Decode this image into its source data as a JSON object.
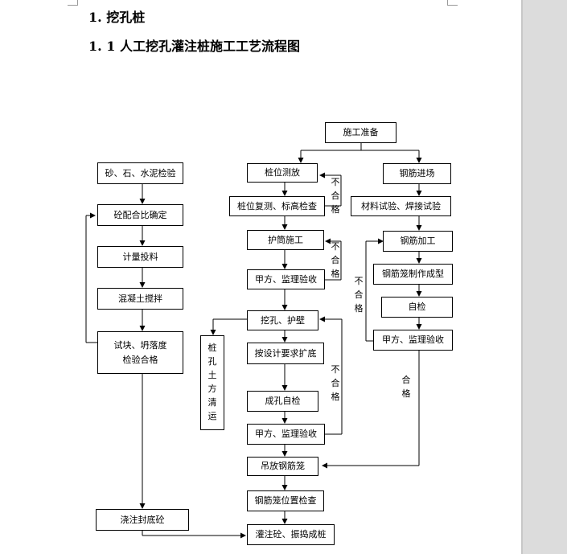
{
  "headings": {
    "h1": "1. 挖孔桩",
    "h2": "1. 1 人工挖孔灌注桩施工工艺流程图"
  },
  "nodes": {
    "start": "施工准备",
    "sand": "砂、石、水泥检验",
    "mix": "砼配合比确定",
    "meter": "计量投料",
    "stir": "混凝土搅拌",
    "test_l1": "试块、坍落度",
    "test_l2": "检验合格",
    "pile_survey": "桩位测放",
    "pile_recheck": "桩位复测、标高检查",
    "wall_make": "护筒施工",
    "acc1": "甲方、监理验收",
    "dig": "挖孔、护壁",
    "expand": "按设计要求扩底",
    "self_check": "成孔自检",
    "acc2": "甲方、监理验收",
    "hoist": "吊放钢筋笼",
    "cage_pos": "钢筋笼位置检查",
    "pour": "灌注砼、振捣成桩",
    "bottom": "浇注封底砼",
    "rebar_in": "钢筋进场",
    "material_test": "材料试验、焊接试验",
    "rebar_proc": "钢筋加工",
    "cage_make": "钢筋笼制作成型",
    "self_check2": "自检",
    "acc3": "甲方、监理验收",
    "soil": "桩孔土方清运"
  },
  "labels": {
    "fail": "不合格",
    "pass": "合格"
  }
}
